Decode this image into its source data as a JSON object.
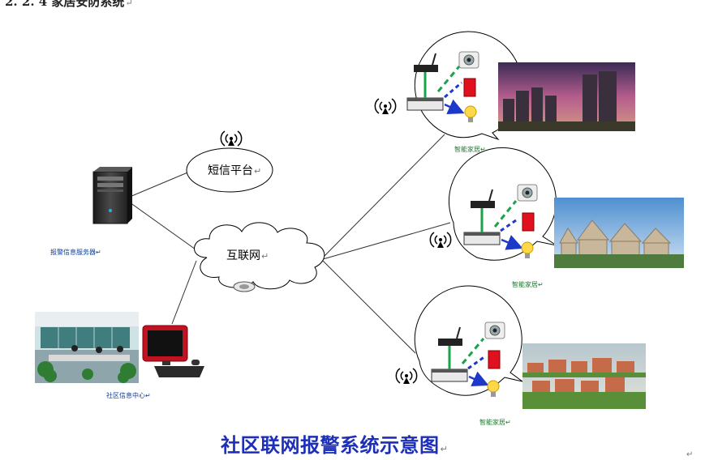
{
  "heading": "2. 2. 4  家居安防系统",
  "title": "社区联网报警系统示意图",
  "para_mark": "↵",
  "sms_platform_label": "短信平台",
  "internet_label": "互联网",
  "alarm_server_label": "报警信息服务器",
  "community_center_label": "社区信息中心",
  "smart_home_labels": [
    "智能家居",
    "智能家居",
    "智能家居"
  ],
  "colors": {
    "title": "#1d2fb8",
    "wifi_link": "#1aa34a",
    "ir_link": "#1d39c9",
    "arrow": "#1d39c9"
  },
  "icons": [
    "server-icon",
    "computer-icon",
    "router-icon",
    "camera-icon",
    "alarm-sensor-icon",
    "bulb-icon",
    "antenna-icon",
    "webcam-icon"
  ]
}
